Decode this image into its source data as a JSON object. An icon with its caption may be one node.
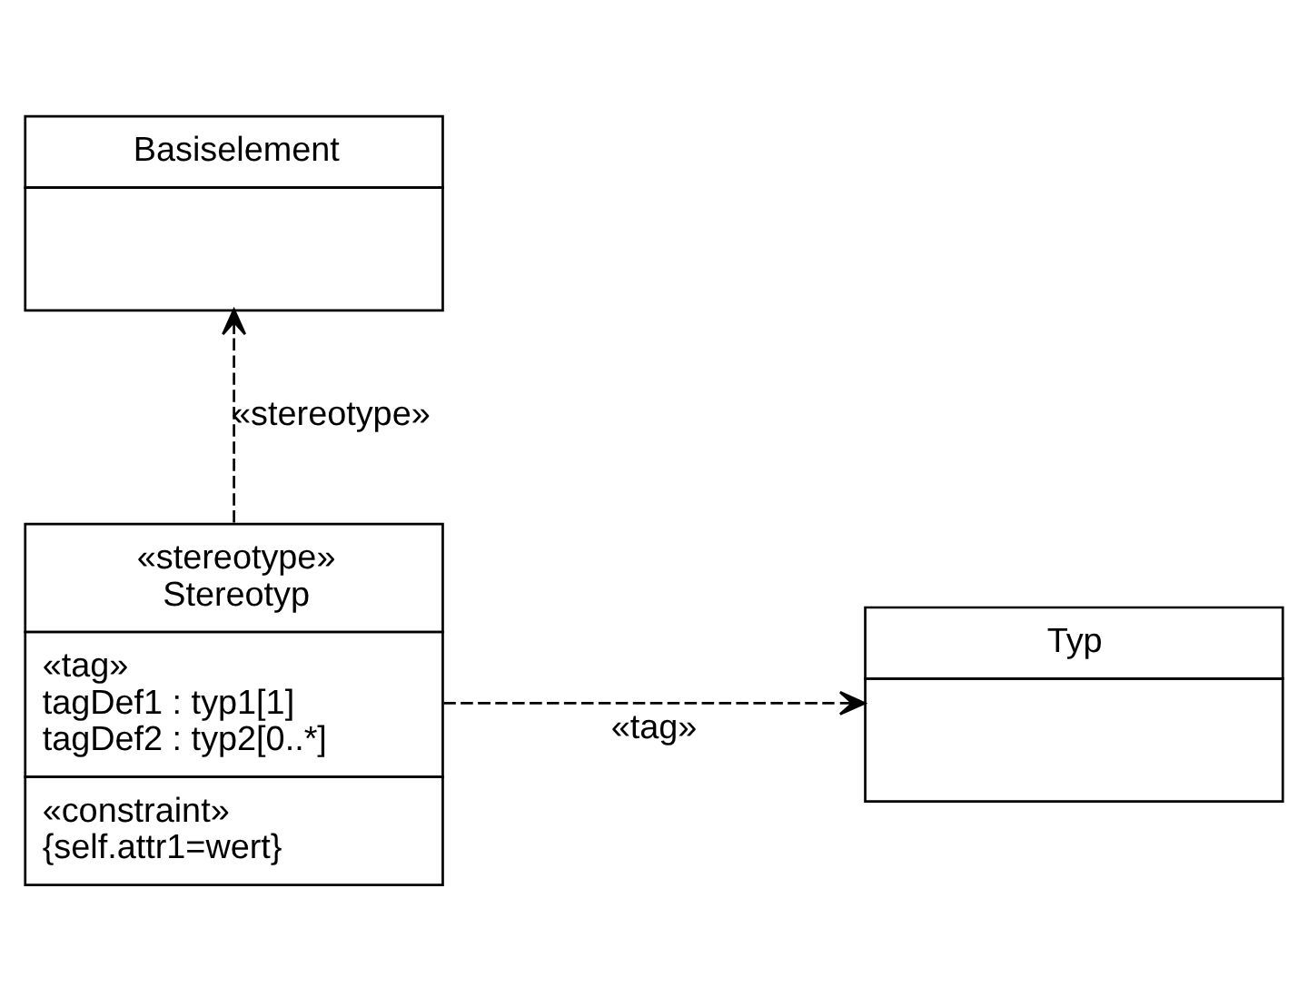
{
  "diagram": {
    "nodes": [
      {
        "text": [
          "Basiselement"
        ]
      },
      {
        "text": [
          "«stereotype»",
          "Stereotyp",
          "«tag»",
          "tagDef1 : typ1[1]",
          "tagDef2 : typ2[0..*]",
          "«constraint»",
          "{self.attr1=wert}"
        ]
      },
      {
        "text": [
          "Typ"
        ]
      }
    ],
    "edges": [
      {
        "from": 1,
        "to": 0,
        "arrow": "to",
        "style": "dashed",
        "label": "«stereotype»"
      },
      {
        "from": 1,
        "to": 2,
        "arrow": "to",
        "style": "dashed",
        "label": "«tag»"
      }
    ]
  }
}
